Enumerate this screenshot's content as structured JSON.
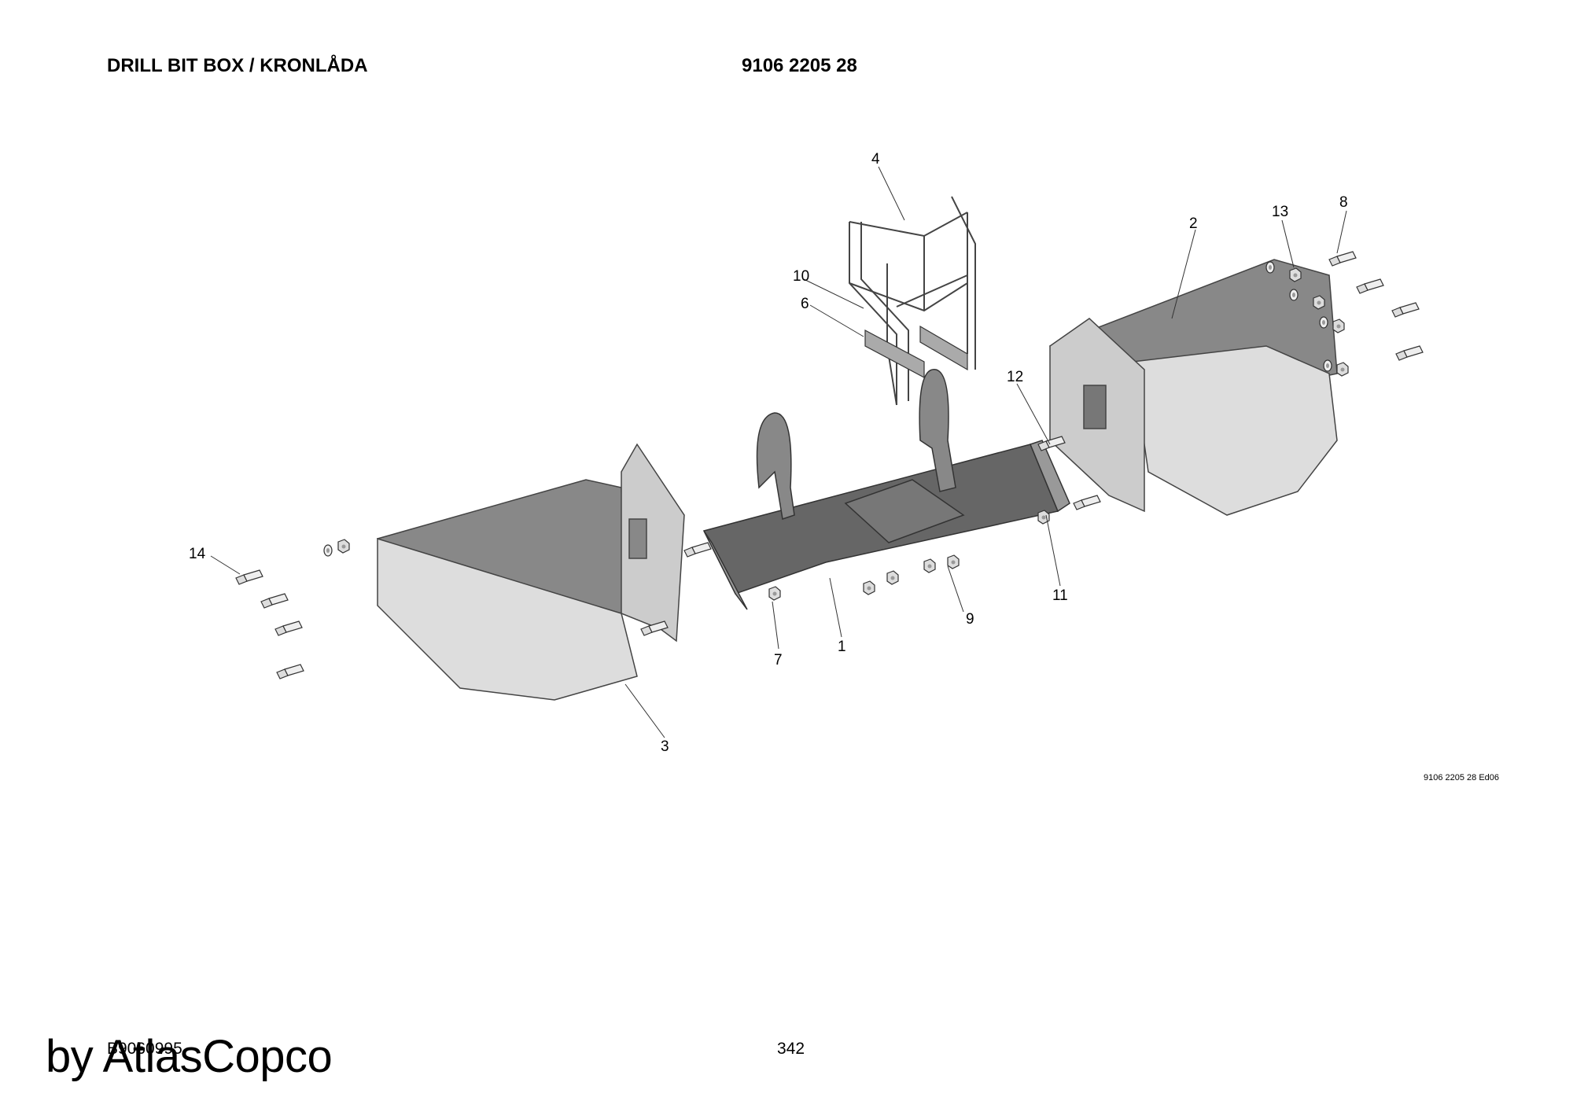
{
  "header": {
    "title": "DRILL BIT BOX / KRONLÅDA",
    "part_number": "9106 2205 28"
  },
  "diagram": {
    "callouts": [
      "1",
      "2",
      "3",
      "4",
      "6",
      "7",
      "8",
      "9",
      "10",
      "11",
      "12",
      "13",
      "14"
    ]
  },
  "footer": {
    "edition": "9106 2205 28 Ed06",
    "doc_id": "B9060995",
    "page": "342",
    "watermark": "by AtlasCopco"
  }
}
